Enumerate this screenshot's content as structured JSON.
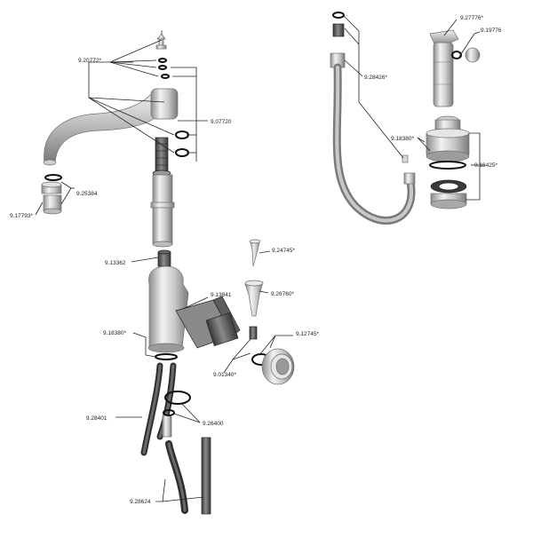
{
  "colors": {
    "chrome_light": "#f2f2f2",
    "chrome_mid": "#c8c8c8",
    "chrome_dark": "#8c8c8c",
    "body_gray": "#7a7a7a",
    "dark_gray": "#4a4a4a",
    "hose_gray": "#9e9e9e",
    "hose_dark": "#3c3c3c",
    "line": "#222222",
    "background": "#ffffff"
  },
  "diagram": {
    "parts": [
      {
        "id": "top-cap",
        "icon": "finial-icon"
      },
      {
        "id": "spout",
        "icon": "spout-icon"
      },
      {
        "id": "aerator",
        "icon": "aerator-icon"
      },
      {
        "id": "swivel-stem",
        "icon": "stem-icon"
      },
      {
        "id": "faucet-body",
        "icon": "body-icon"
      },
      {
        "id": "cartridge",
        "icon": "cartridge-icon"
      },
      {
        "id": "handle-lever",
        "icon": "lever-icon"
      },
      {
        "id": "handle-nut",
        "icon": "nut-icon"
      },
      {
        "id": "supply-hoses",
        "icon": "hose-icon"
      },
      {
        "id": "mounting-washer",
        "icon": "washer-icon"
      },
      {
        "id": "side-spray",
        "icon": "spray-icon"
      },
      {
        "id": "spray-base",
        "icon": "base-icon"
      },
      {
        "id": "spray-hose",
        "icon": "hose-icon"
      }
    ],
    "labels": [
      {
        "id": "9-20772",
        "text": "9.20772*"
      },
      {
        "id": "9-07720",
        "text": "9.07720"
      },
      {
        "id": "9-25384",
        "text": "9.25384"
      },
      {
        "id": "9-17793",
        "text": "9.17793*"
      },
      {
        "id": "9-13362",
        "text": "9.13362"
      },
      {
        "id": "9-24745",
        "text": "9.24745*"
      },
      {
        "id": "9-26760",
        "text": "9.26760*"
      },
      {
        "id": "9-13841",
        "text": "9.13841"
      },
      {
        "id": "9-18380-main",
        "text": "9.18380*"
      },
      {
        "id": "9-12745",
        "text": "9.12745*"
      },
      {
        "id": "9-01340",
        "text": "9.01340*"
      },
      {
        "id": "9-26400",
        "text": "9.26400"
      },
      {
        "id": "9-28401",
        "text": "9.28401"
      },
      {
        "id": "9-28624",
        "text": "9.28624"
      },
      {
        "id": "9-27776",
        "text": "9.27776*"
      },
      {
        "id": "9-19776",
        "text": "9.19776"
      },
      {
        "id": "9-28426",
        "text": "9.28426*"
      },
      {
        "id": "9-18380-spray",
        "text": "9.18380*"
      },
      {
        "id": "9-18425",
        "text": "9.18425*"
      }
    ]
  }
}
